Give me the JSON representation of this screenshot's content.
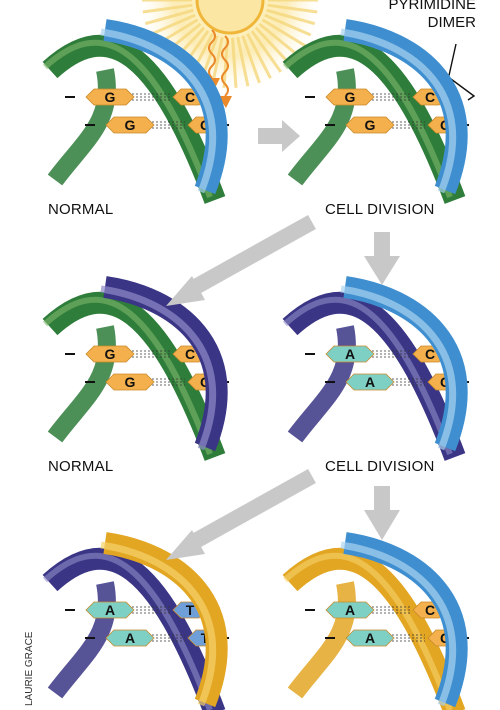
{
  "callout": {
    "line1": "PYRIMIDINE",
    "line2": "DIMER"
  },
  "labels": {
    "row1_left": "NORMAL",
    "row1_right": "CELL DIVISION",
    "row2_left": "NORMAL",
    "row2_right": "CELL DIVISION"
  },
  "credit": "LAURIE GRACE",
  "bases": {
    "p1": [
      "G",
      "C",
      "G",
      "C"
    ],
    "p2": [
      "G",
      "C",
      "G",
      "C"
    ],
    "p3": [
      "G",
      "C",
      "G",
      "C"
    ],
    "p4": [
      "A",
      "C",
      "A",
      "C"
    ],
    "p5": [
      "A",
      "T",
      "A",
      "T"
    ],
    "p6": [
      "A",
      "C",
      "A",
      "C"
    ]
  },
  "colors": {
    "green": "#2e7d3a",
    "green_light": "#7fb86a",
    "blue": "#3f8fd0",
    "blue_light": "#a9d3f0",
    "purple": "#3a3585",
    "purple_light": "#8f8cc8",
    "gold": "#e2a623",
    "gold_light": "#f7d36b",
    "base_orange": "#f3b04c",
    "base_teal": "#7fd0c4",
    "base_blue": "#6f9fd8",
    "dimer": "#e8553a",
    "arrow": "#c8c8c8",
    "sun": "#f6c14a"
  }
}
